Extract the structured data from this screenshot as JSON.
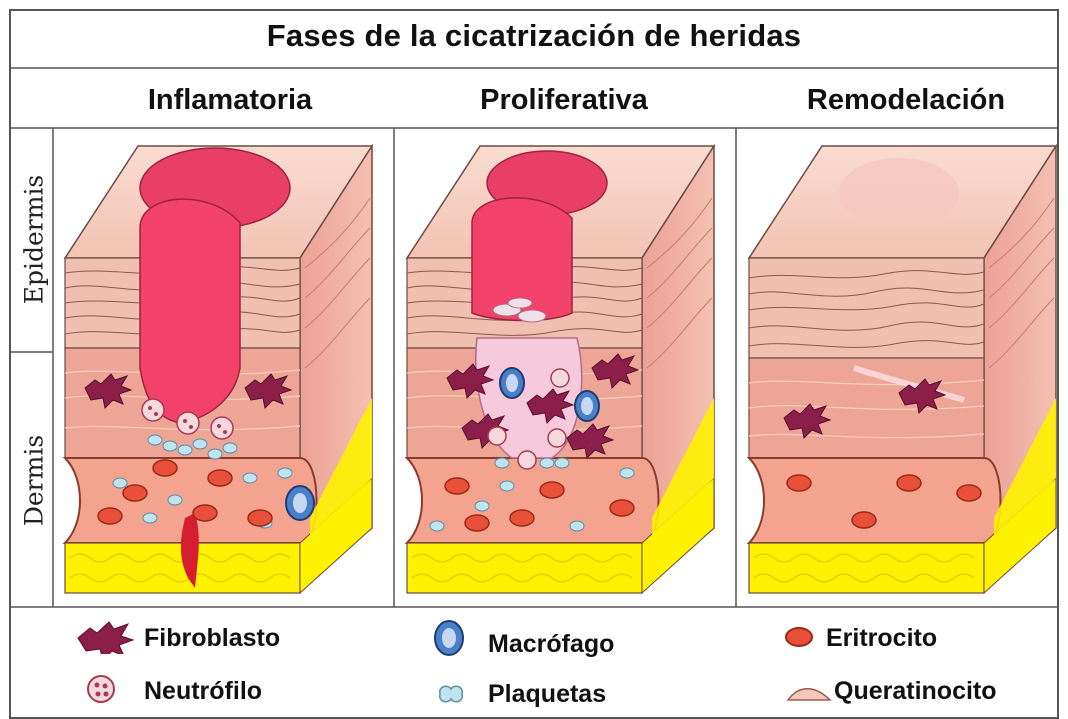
{
  "title": "Fases de la cicatrización de heridas",
  "phases": [
    {
      "label": "Inflamatoria"
    },
    {
      "label": "Proliferativa"
    },
    {
      "label": "Remodelación"
    }
  ],
  "layers": {
    "epidermis": "Epidermis",
    "dermis": "Dermis"
  },
  "legend": {
    "fibroblast": "Fibroblasto",
    "neutrophil": "Neutrófilo",
    "macrophage": "Macrófago",
    "platelets": "Plaquetas",
    "erythrocyte": "Eritrocito",
    "keratinocyte": "Queratinocito"
  },
  "colors": {
    "wound": "#f2426a",
    "skin_top": "#f7d2c6",
    "skin_mid": "#f0b4a6",
    "dermis": "#eaa596",
    "fat": "#fff200",
    "vessel": "#f4a48e",
    "erythrocyte": "#e8503a",
    "fibroblast": "#8b1f4a",
    "macrophage": "#4a7fc9",
    "platelet": "#bfe4ef",
    "border": "#444444"
  }
}
